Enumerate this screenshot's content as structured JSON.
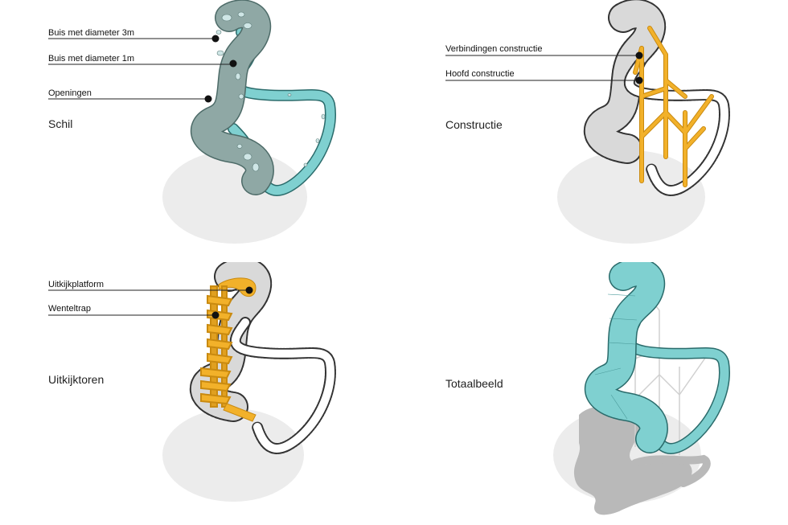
{
  "colors": {
    "shell_dark": "#8fa8a5",
    "shell_light": "#7fd0d0",
    "construction": "#f2b12a",
    "shadow": "#ececec",
    "outline_gray": "#d9d9d9",
    "callout_line": "#222222",
    "dot": "#111111"
  },
  "panels": [
    {
      "title": "Schil",
      "callouts": [
        "Buis met diameter 3m",
        "Buis met diameter 1m",
        "Openingen"
      ]
    },
    {
      "title": "Constructie",
      "callouts": [
        "Verbindingen constructie",
        "Hoofd constructie"
      ]
    },
    {
      "title": "Uitkijktoren",
      "callouts": [
        "Uitkijkplatform",
        "Wenteltrap"
      ]
    },
    {
      "title": "Totaalbeeld",
      "callouts": []
    }
  ]
}
